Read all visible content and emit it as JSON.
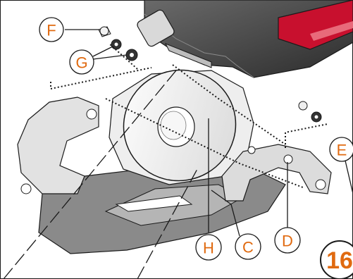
{
  "callouts": {
    "F": "F",
    "G": "G",
    "E": "E",
    "H": "H",
    "C": "C",
    "D": "D"
  },
  "step_number": "16",
  "colors": {
    "callout_orange": "#e06a10",
    "outline": "#1a1a1a",
    "part_gray": "#d9d9d9",
    "dark_gray": "#4a4a4a",
    "accent_red": "#c8102e"
  }
}
